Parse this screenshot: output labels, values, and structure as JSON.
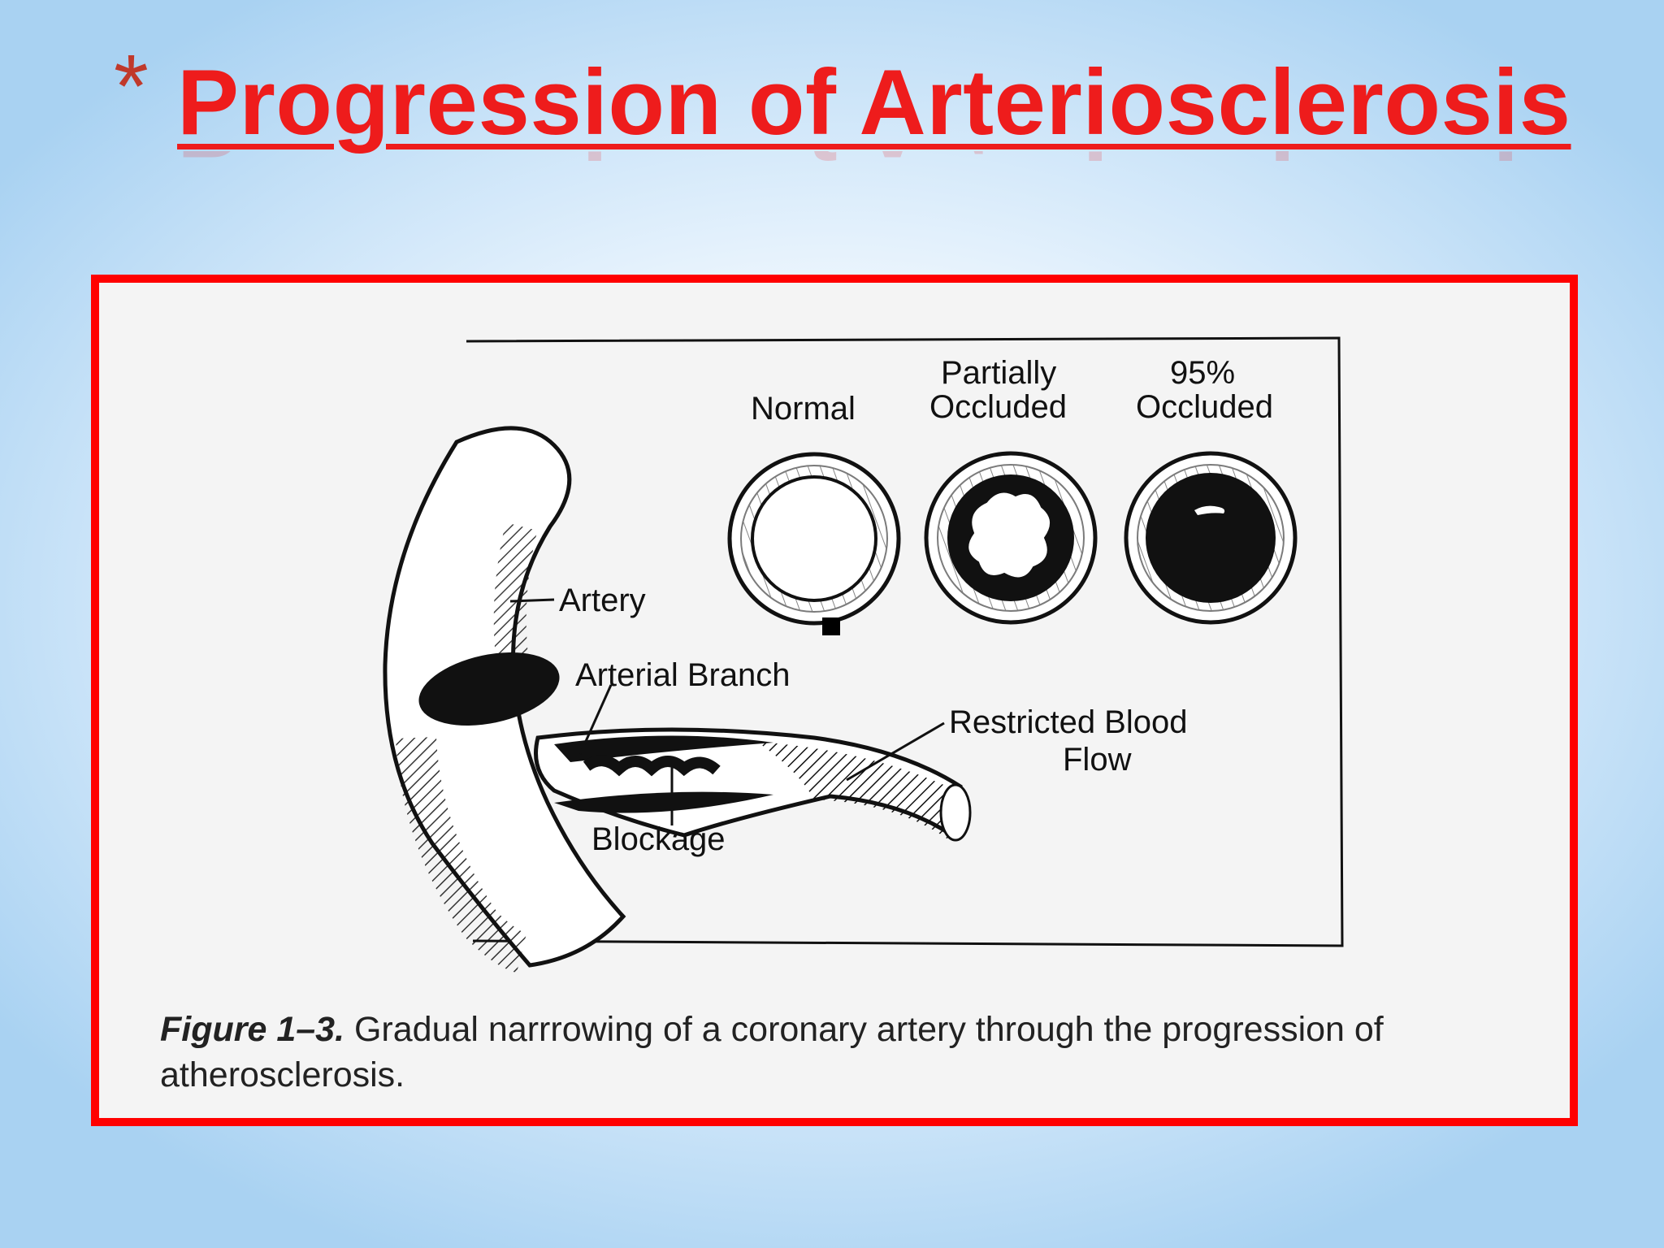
{
  "slide": {
    "bullet": "*",
    "title": "Progression of Arteriosclerosis"
  },
  "figure": {
    "labels": {
      "normal": "Normal",
      "partially_line1": "Partially",
      "partially_line2": "Occluded",
      "pct_line1": "95%",
      "pct_line2": "Occluded",
      "artery": "Artery",
      "arterial_branch": "Arterial Branch",
      "restricted_line1": "Restricted Blood",
      "restricted_line2": "Flow",
      "blockage": "Blockage"
    },
    "caption": {
      "figure_ref": "Figure 1–3.",
      "text": " Gradual narrrowing of a coronary artery through the progression of atherosclerosis."
    }
  },
  "colors": {
    "title_red": "#ee1c1c",
    "frame_red": "#ff0000",
    "star": "#c0392b",
    "ink": "#111111"
  }
}
